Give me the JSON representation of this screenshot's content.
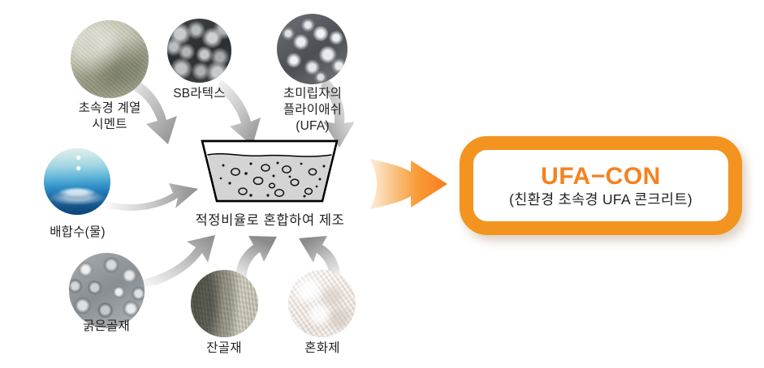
{
  "diagram": {
    "title": "UFA-CON manufacturing process",
    "colors": {
      "accent_orange": "#f58220",
      "border_orange": "#f2941f",
      "arrow_gray": "#8c8c8c",
      "text_dark": "#231f20"
    }
  },
  "ingredients": [
    {
      "id": "cement",
      "label": "초속경 계열\n시멘트",
      "image_name": "rapid-hardening-cement-photo"
    },
    {
      "id": "sb-latex",
      "label": "SB라텍스",
      "image_name": "sb-latex-photo"
    },
    {
      "id": "ufa",
      "label": "초미립자의\n플라이애쉬\n(UFA)",
      "image_name": "ultra-fine-fly-ash-photo"
    },
    {
      "id": "water",
      "label": "배합수(물)",
      "image_name": "mixing-water-photo"
    },
    {
      "id": "coarse-aggregate",
      "label": "굵은골재",
      "image_name": "coarse-aggregate-photo"
    },
    {
      "id": "fine-aggregate",
      "label": "잔골재",
      "image_name": "fine-aggregate-photo"
    },
    {
      "id": "admixture",
      "label": "혼화제",
      "image_name": "chemical-admixture-photo"
    }
  ],
  "mixer": {
    "caption": "적정비율로 혼합하여 제조",
    "image_name": "mixing-vessel-illustration"
  },
  "result": {
    "title": "UFA−CON",
    "subtitle": "(친환경 초속경 UFA 콘크리트)"
  },
  "arrows": {
    "process_arrow_name": "orange-process-arrow",
    "ingredient_arrow_name": "gray-flow-arrow",
    "count": 7
  }
}
